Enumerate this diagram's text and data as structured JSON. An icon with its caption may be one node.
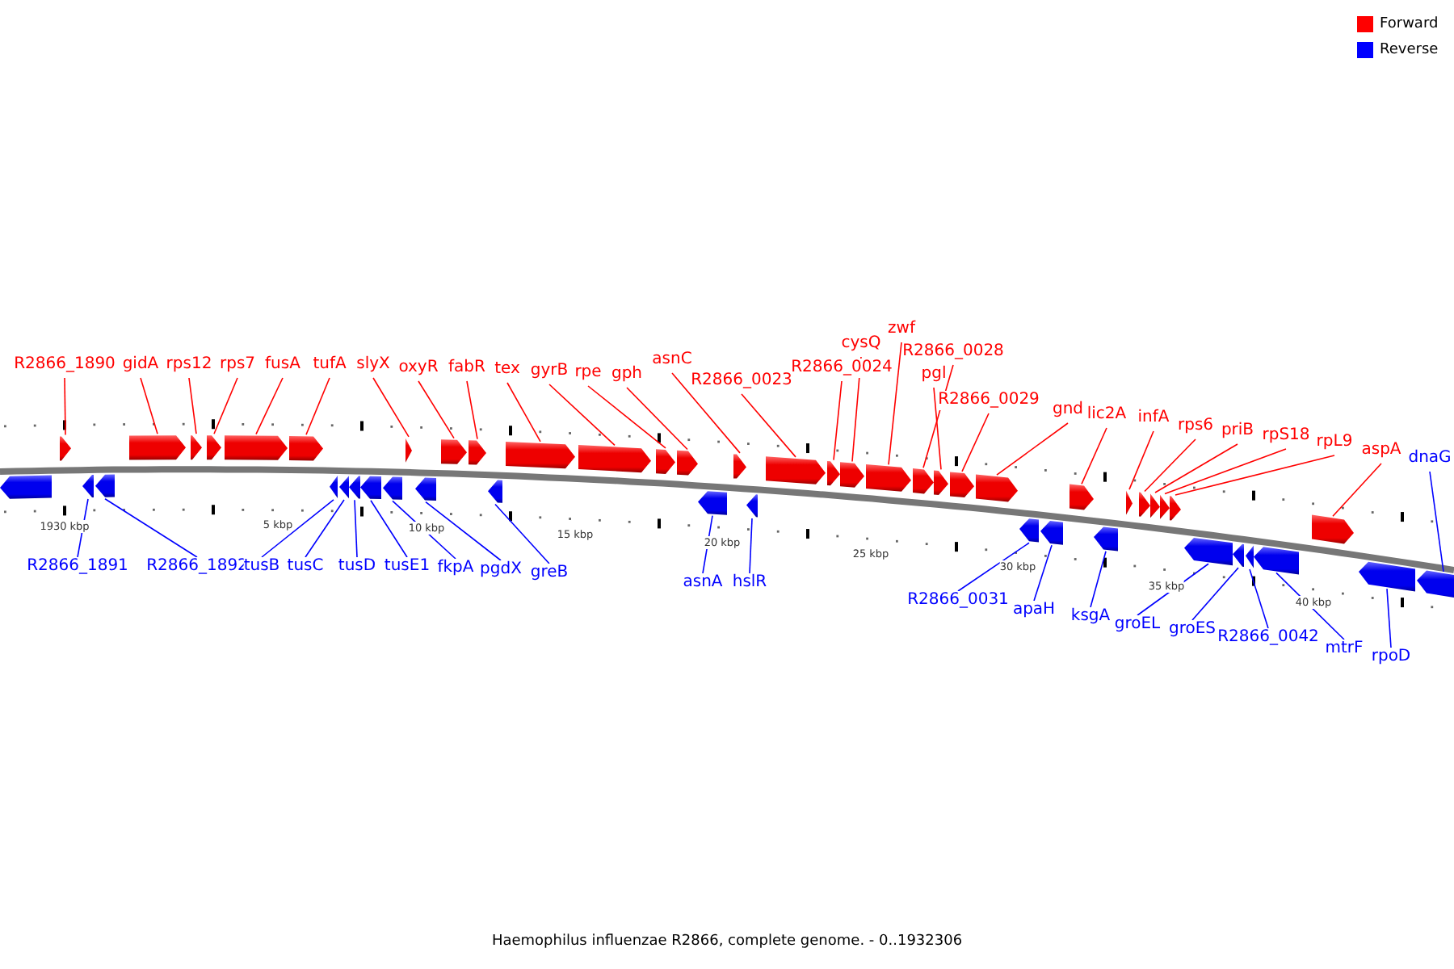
{
  "diagram": {
    "caption": "Haemophilus influenzae R2866, complete genome. - 0..1932306",
    "nodes": [
      {
        "text": [
          "R2866_1890"
        ]
      },
      {
        "text": [],
        "shape": "arrow"
      },
      {
        "text": [
          "gidA"
        ]
      },
      {
        "text": [],
        "shape": "arrow"
      },
      {
        "text": [
          "rps12"
        ]
      },
      {
        "text": [],
        "shape": "arrow"
      },
      {
        "text": [
          "rps7"
        ]
      },
      {
        "text": [],
        "shape": "arrow"
      },
      {
        "text": [
          "fusA"
        ]
      },
      {
        "text": [],
        "shape": "arrow"
      },
      {
        "text": [
          "tufA"
        ]
      },
      {
        "text": [],
        "shape": "arrow"
      },
      {
        "text": [
          "slyX"
        ]
      },
      {
        "text": [],
        "shape": "arrow"
      },
      {
        "text": [
          "oxyR"
        ]
      },
      {
        "text": [],
        "shape": "arrow"
      },
      {
        "text": [
          "fabR"
        ]
      },
      {
        "text": [],
        "shape": "arrow"
      },
      {
        "text": [
          "tex"
        ]
      },
      {
        "text": [],
        "shape": "arrow"
      },
      {
        "text": [
          "gyrB"
        ]
      },
      {
        "text": [],
        "shape": "arrow"
      },
      {
        "text": [
          "rpe"
        ]
      },
      {
        "text": [],
        "shape": "arrow"
      },
      {
        "text": [
          "gph"
        ]
      },
      {
        "text": [],
        "shape": "arrow"
      },
      {
        "text": [
          "asnC"
        ]
      },
      {
        "text": [],
        "shape": "arrow"
      },
      {
        "text": [
          "R2866_0023"
        ]
      },
      {
        "text": [],
        "shape": "arrow"
      },
      {
        "text": [
          "R2866_0024"
        ]
      },
      {
        "text": [],
        "shape": "arrow"
      },
      {
        "text": [
          "cysQ"
        ]
      },
      {
        "text": [],
        "shape": "arrow"
      },
      {
        "text": [
          "zwf"
        ]
      },
      {
        "text": [],
        "shape": "arrow"
      },
      {
        "text": [
          "R2866_0028"
        ]
      },
      {
        "text": [],
        "shape": "arrow"
      },
      {
        "text": [
          "pgl"
        ]
      },
      {
        "text": [],
        "shape": "arrow"
      },
      {
        "text": [
          "R2866_0029"
        ]
      },
      {
        "text": [],
        "shape": "arrow"
      },
      {
        "text": [
          "gnd"
        ]
      },
      {
        "text": [],
        "shape": "arrow"
      },
      {
        "text": [
          "lic2A"
        ]
      },
      {
        "text": [],
        "shape": "arrow"
      },
      {
        "text": [
          "infA"
        ]
      },
      {
        "text": [],
        "shape": "arrow"
      },
      {
        "text": [
          "rps6"
        ]
      },
      {
        "text": [],
        "shape": "arrow"
      },
      {
        "text": [
          "priB"
        ]
      },
      {
        "text": [],
        "shape": "arrow"
      },
      {
        "text": [
          "rpS18"
        ]
      },
      {
        "text": [],
        "shape": "arrow"
      },
      {
        "text": [
          "rpL9"
        ]
      },
      {
        "text": [],
        "shape": "arrow"
      },
      {
        "text": [
          "aspA"
        ]
      },
      {
        "text": [],
        "shape": "arrow"
      },
      {
        "text": [
          "R2866_1891"
        ]
      },
      {
        "text": [],
        "shape": "arrow"
      },
      {
        "text": [
          "R2866_1892"
        ]
      },
      {
        "text": [],
        "shape": "arrow"
      },
      {
        "text": [
          "tusB"
        ]
      },
      {
        "text": [],
        "shape": "arrow"
      },
      {
        "text": [
          "tusC"
        ]
      },
      {
        "text": [],
        "shape": "arrow"
      },
      {
        "text": [
          "tusD"
        ]
      },
      {
        "text": [],
        "shape": "arrow"
      },
      {
        "text": [
          "tusE1"
        ]
      },
      {
        "text": [],
        "shape": "arrow"
      },
      {
        "text": [
          "fkpA"
        ]
      },
      {
        "text": [],
        "shape": "arrow"
      },
      {
        "text": [
          "pgdX"
        ]
      },
      {
        "text": [],
        "shape": "arrow"
      },
      {
        "text": [
          "greB"
        ]
      },
      {
        "text": [],
        "shape": "arrow"
      },
      {
        "text": [
          "asnA"
        ]
      },
      {
        "text": [],
        "shape": "arrow"
      },
      {
        "text": [
          "hslR"
        ]
      },
      {
        "text": [],
        "shape": "arrow"
      },
      {
        "text": [
          "R2866_0031"
        ]
      },
      {
        "text": [],
        "shape": "arrow"
      },
      {
        "text": [
          "apaH"
        ]
      },
      {
        "text": [],
        "shape": "arrow"
      },
      {
        "text": [
          "ksgA"
        ]
      },
      {
        "text": [],
        "shape": "arrow"
      },
      {
        "text": [
          "groEL"
        ]
      },
      {
        "text": [],
        "shape": "arrow"
      },
      {
        "text": [
          "groES"
        ]
      },
      {
        "text": [],
        "shape": "arrow"
      },
      {
        "text": [
          "R2866_0042"
        ]
      },
      {
        "text": [],
        "shape": "arrow"
      },
      {
        "text": [
          "mtrF"
        ]
      },
      {
        "text": [],
        "shape": "arrow"
      },
      {
        "text": [
          "rpoD"
        ]
      },
      {
        "text": [],
        "shape": "arrow"
      },
      {
        "text": [
          "dnaG"
        ]
      },
      {
        "text": [],
        "shape": "arrow"
      },
      {
        "text": [],
        "shape": "arrow"
      }
    ],
    "edges": [
      {
        "from": 0,
        "to": 1,
        "arrow": "none"
      },
      {
        "from": 2,
        "to": 3,
        "arrow": "none"
      },
      {
        "from": 4,
        "to": 5,
        "arrow": "none"
      },
      {
        "from": 6,
        "to": 7,
        "arrow": "none"
      },
      {
        "from": 8,
        "to": 9,
        "arrow": "none"
      },
      {
        "from": 10,
        "to": 11,
        "arrow": "none"
      },
      {
        "from": 12,
        "to": 13,
        "arrow": "none"
      },
      {
        "from": 14,
        "to": 15,
        "arrow": "none"
      },
      {
        "from": 16,
        "to": 17,
        "arrow": "none"
      },
      {
        "from": 18,
        "to": 19,
        "arrow": "none"
      },
      {
        "from": 20,
        "to": 21,
        "arrow": "none"
      },
      {
        "from": 22,
        "to": 23,
        "arrow": "none"
      },
      {
        "from": 24,
        "to": 25,
        "arrow": "none"
      },
      {
        "from": 26,
        "to": 27,
        "arrow": "none"
      },
      {
        "from": 28,
        "to": 29,
        "arrow": "none"
      },
      {
        "from": 30,
        "to": 31,
        "arrow": "none"
      },
      {
        "from": 32,
        "to": 33,
        "arrow": "none"
      },
      {
        "from": 34,
        "to": 35,
        "arrow": "none"
      },
      {
        "from": 36,
        "to": 37,
        "arrow": "none"
      },
      {
        "from": 38,
        "to": 39,
        "arrow": "none"
      },
      {
        "from": 40,
        "to": 41,
        "arrow": "none"
      },
      {
        "from": 42,
        "to": 43,
        "arrow": "none"
      },
      {
        "from": 44,
        "to": 45,
        "arrow": "none"
      },
      {
        "from": 46,
        "to": 47,
        "arrow": "none"
      },
      {
        "from": 48,
        "to": 49,
        "arrow": "none"
      },
      {
        "from": 50,
        "to": 51,
        "arrow": "none"
      },
      {
        "from": 52,
        "to": 53,
        "arrow": "none"
      },
      {
        "from": 54,
        "to": 55,
        "arrow": "none"
      },
      {
        "from": 56,
        "to": 57,
        "arrow": "none"
      },
      {
        "from": 58,
        "to": 59,
        "arrow": "none",
        "color": "#0000ff"
      },
      {
        "from": 60,
        "to": 61,
        "arrow": "none",
        "color": "#0000ff"
      },
      {
        "from": 62,
        "to": 63,
        "arrow": "none",
        "color": "#0000ff"
      },
      {
        "from": 64,
        "to": 65,
        "arrow": "none",
        "color": "#0000ff"
      },
      {
        "from": 66,
        "to": 67,
        "arrow": "none",
        "color": "#0000ff"
      },
      {
        "from": 68,
        "to": 69,
        "arrow": "none",
        "color": "#0000ff"
      },
      {
        "from": 70,
        "to": 71,
        "arrow": "none",
        "color": "#0000ff"
      },
      {
        "from": 72,
        "to": 73,
        "arrow": "none",
        "color": "#0000ff"
      },
      {
        "from": 74,
        "to": 75,
        "arrow": "none",
        "color": "#0000ff"
      },
      {
        "from": 76,
        "to": 77,
        "arrow": "none",
        "color": "#0000ff"
      },
      {
        "from": 78,
        "to": 79,
        "arrow": "none",
        "color": "#0000ff"
      },
      {
        "from": 80,
        "to": 81,
        "arrow": "none",
        "color": "#0000ff"
      },
      {
        "from": 82,
        "to": 83,
        "arrow": "none",
        "color": "#0000ff"
      },
      {
        "from": 84,
        "to": 85,
        "arrow": "none",
        "color": "#0000ff"
      },
      {
        "from": 86,
        "to": 87,
        "arrow": "none",
        "color": "#0000ff"
      },
      {
        "from": 88,
        "to": 89,
        "arrow": "none",
        "color": "#0000ff"
      },
      {
        "from": 90,
        "to": 91,
        "arrow": "none",
        "color": "#0000ff"
      },
      {
        "from": 92,
        "to": 93,
        "arrow": "none",
        "color": "#0000ff"
      },
      {
        "from": 94,
        "to": 95,
        "arrow": "none",
        "color": "#0000ff"
      },
      {
        "from": 96,
        "to": 97,
        "arrow": "none",
        "color": "#0000ff"
      }
    ],
    "labels": [
      "1930 kbp",
      "5 kbp",
      "10 kbp",
      "15 kbp",
      "20 kbp",
      "25 kbp",
      "30 kbp",
      "35 kbp",
      "40 kbp"
    ],
    "legend": [
      {
        "text": "Forward",
        "color": "#ff0000"
      },
      {
        "text": "Reverse",
        "color": "#0000ff"
      }
    ]
  }
}
